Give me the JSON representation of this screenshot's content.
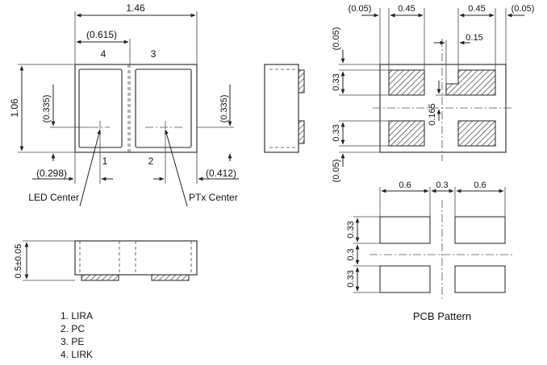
{
  "top_view": {
    "dim_total_width": "1.46",
    "dim_half_width": "(0.615)",
    "dim_height": "1.06",
    "dim_led_offset_y": "(0.335)",
    "dim_ptx_offset_y": "(0.335)",
    "dim_led_offset_x": "(0.298)",
    "dim_ptx_offset_x": "(0.412)",
    "pin_labels": [
      "4",
      "3",
      "1",
      "2"
    ],
    "led_center_label": "LED Center",
    "ptx_center_label": "PTx Center"
  },
  "front_view": {
    "dim_thickness": "0.5±0.05"
  },
  "pin_legend": [
    "1. LIRA",
    "2. PC",
    "3. PE",
    "4. LIRK"
  ],
  "pad_layout": {
    "dim_edge_left": "(0.05)",
    "dim_pad_width_left": "0.45",
    "dim_pad_width_right": "0.45",
    "dim_edge_right": "(0.05)",
    "dim_edge_top": "(0.05)",
    "dim_inner_gap": "0.15",
    "dim_pad_height_top": "0.33",
    "dim_center_gap": "0.165",
    "dim_pad_height_bottom": "0.33",
    "dim_edge_bottom": "(0.05)"
  },
  "pcb_pattern": {
    "dim_pad_width_left": "0.6",
    "dim_gap": "0.3",
    "dim_pad_width_right": "0.6",
    "dim_pad_height_top": "0.33",
    "dim_gap_vertical": "0.3",
    "dim_pad_height_bottom": "0.33",
    "caption": "PCB Pattern"
  }
}
